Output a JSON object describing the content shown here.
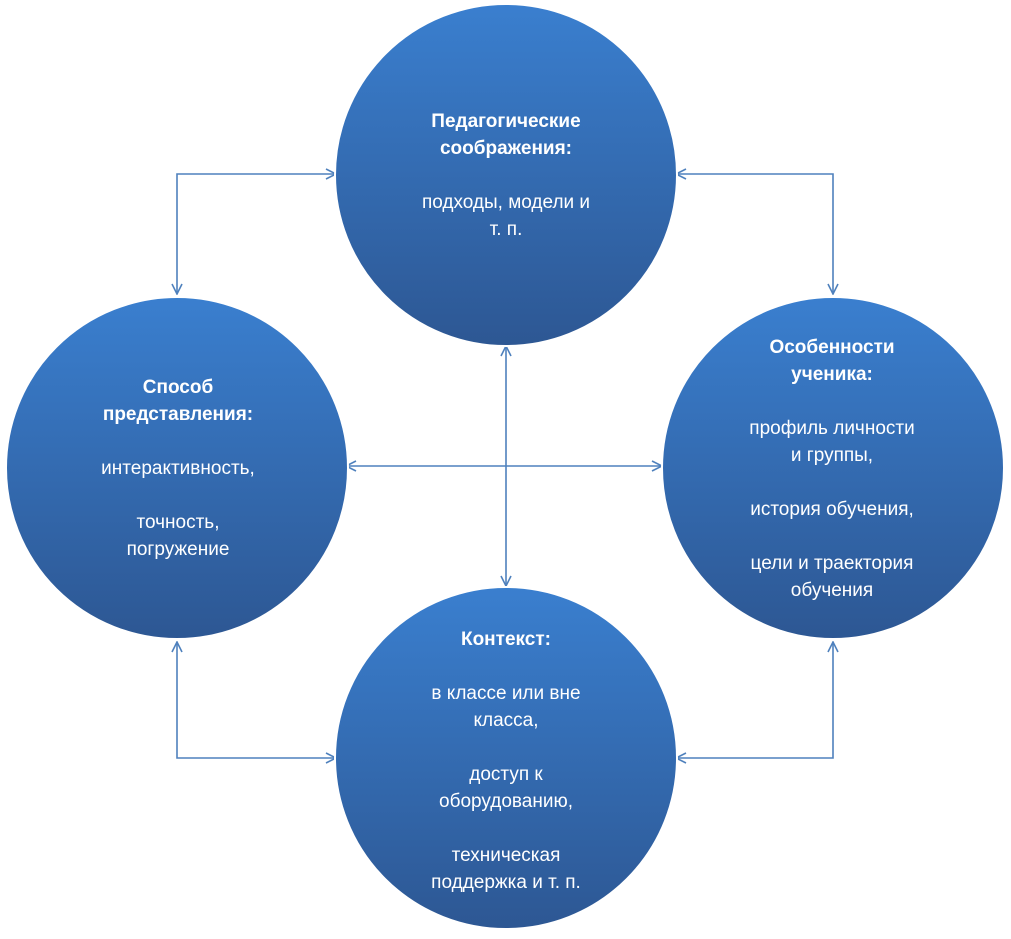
{
  "colors": {
    "node_top": "#3a7fcf",
    "node_bottom": "#2d5793",
    "node_edge": "#ffffff",
    "connector": "#4f81bd",
    "text": "#ffffff"
  },
  "nodes": {
    "pedagogy": {
      "title": "Педагогические\nсоображения:",
      "details": "подходы, модели и\nт. п."
    },
    "presentation": {
      "title": "Способ\nпредставления:",
      "details": "интерактивность,\n\nточность,\nпогружение"
    },
    "learner": {
      "title": "Особенности\nученика:",
      "details": "профиль личности\nи группы,\n\nистория обучения,\n\nцели и траектория\nобучения"
    },
    "context": {
      "title": "Контекст:",
      "details": "в классе или вне\nкласса,\n\nдоступ к\nоборудованию,\n\nтехническая\nподдержка и т. п."
    }
  }
}
